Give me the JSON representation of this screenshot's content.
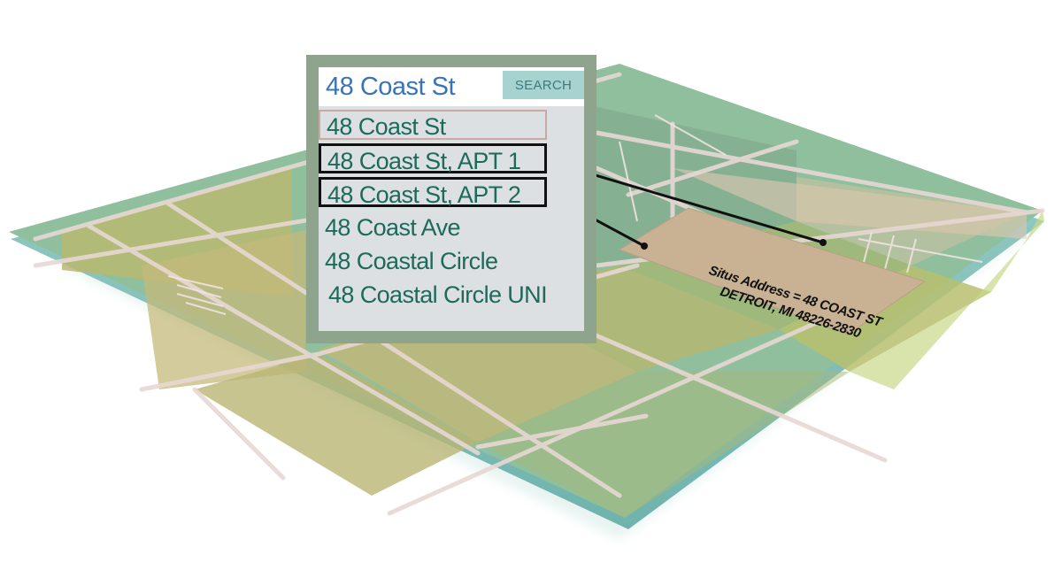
{
  "search": {
    "query": "48 Coast St",
    "button_label": "SEARCH"
  },
  "results": [
    {
      "label": "48 Coast St",
      "state": "highlighted"
    },
    {
      "label": "48 Coast St, APT 1",
      "state": "outlined"
    },
    {
      "label": "48 Coast St, APT 2",
      "state": "outlined"
    },
    {
      "label": "48 Coast Ave",
      "state": "plain"
    },
    {
      "label": "48 Coastal  Circle",
      "state": "plain"
    },
    {
      "label": "48 Coastal  Circle UNI",
      "state": "plain"
    }
  ],
  "parcel": {
    "situs_line1": "Situs Address = 48 COAST ST",
    "situs_line2": "DETROIT, MI 48226-2830"
  },
  "colors": {
    "panel": "#8fa48c",
    "list_bg": "#dde0e3",
    "query_text": "#3a74b8",
    "result_text": "#1e6a5a",
    "button_bg": "#a6d2cf",
    "parcel_fill": "#c8b293",
    "map_base": "#8fbf9c",
    "map_block_olive": "#b7b970",
    "connector_line": "#111111"
  }
}
